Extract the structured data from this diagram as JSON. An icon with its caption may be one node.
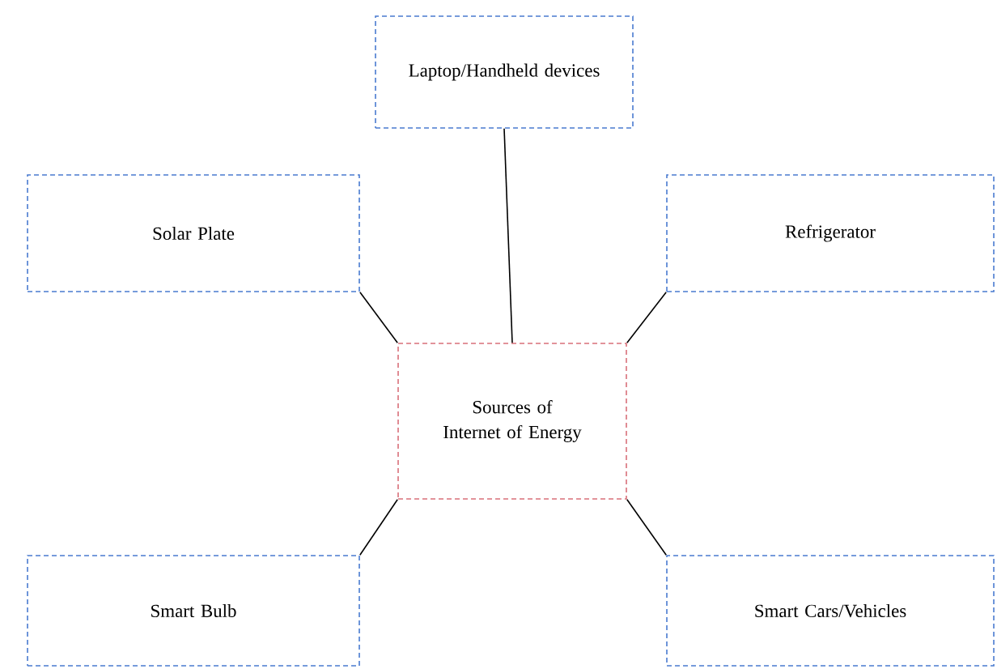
{
  "diagram": {
    "nodes": [
      {
        "text": [
          "Laptop/Handheld devices"
        ]
      },
      {
        "text": [
          "Solar Plate"
        ]
      },
      {
        "text": [
          "Refrigerator"
        ]
      },
      {
        "text": [
          "Sources of Internet of Energy"
        ]
      },
      {
        "text": [
          "Smart Bulb"
        ]
      },
      {
        "text": [
          "Smart Cars/Vehicles"
        ]
      }
    ],
    "edges": [
      {
        "from": 0,
        "to": 3,
        "arrow": "none"
      },
      {
        "from": 1,
        "to": 3,
        "arrow": "none"
      },
      {
        "from": 2,
        "to": 3,
        "arrow": "none"
      },
      {
        "from": 4,
        "to": 3,
        "arrow": "none"
      },
      {
        "from": 5,
        "to": 3,
        "arrow": "none"
      }
    ]
  }
}
